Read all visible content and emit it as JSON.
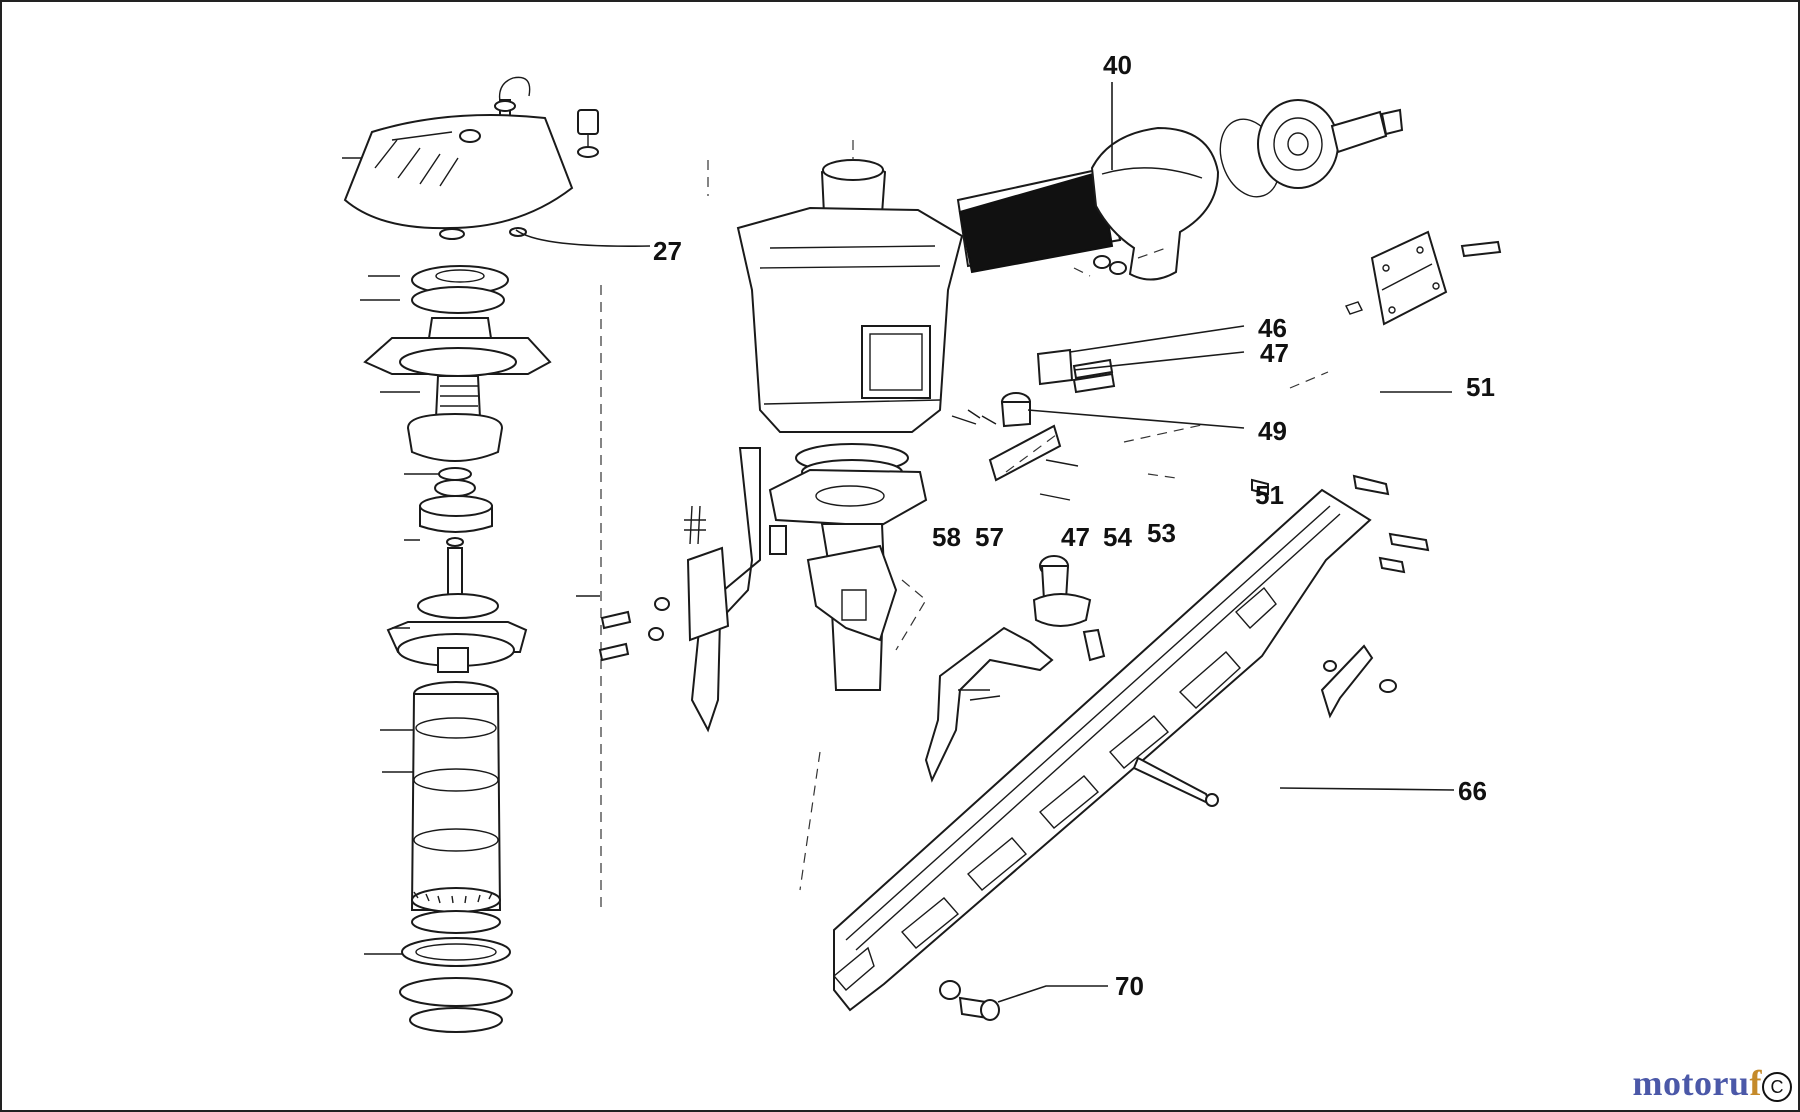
{
  "diagram": {
    "callouts": [
      "27",
      "40",
      "46",
      "47",
      "49",
      "51",
      "51",
      "57",
      "58",
      "47",
      "54",
      "53",
      "66",
      "70"
    ]
  },
  "watermark": {
    "text_main": "motoru",
    "text_tail": "f",
    "badge": "C"
  }
}
